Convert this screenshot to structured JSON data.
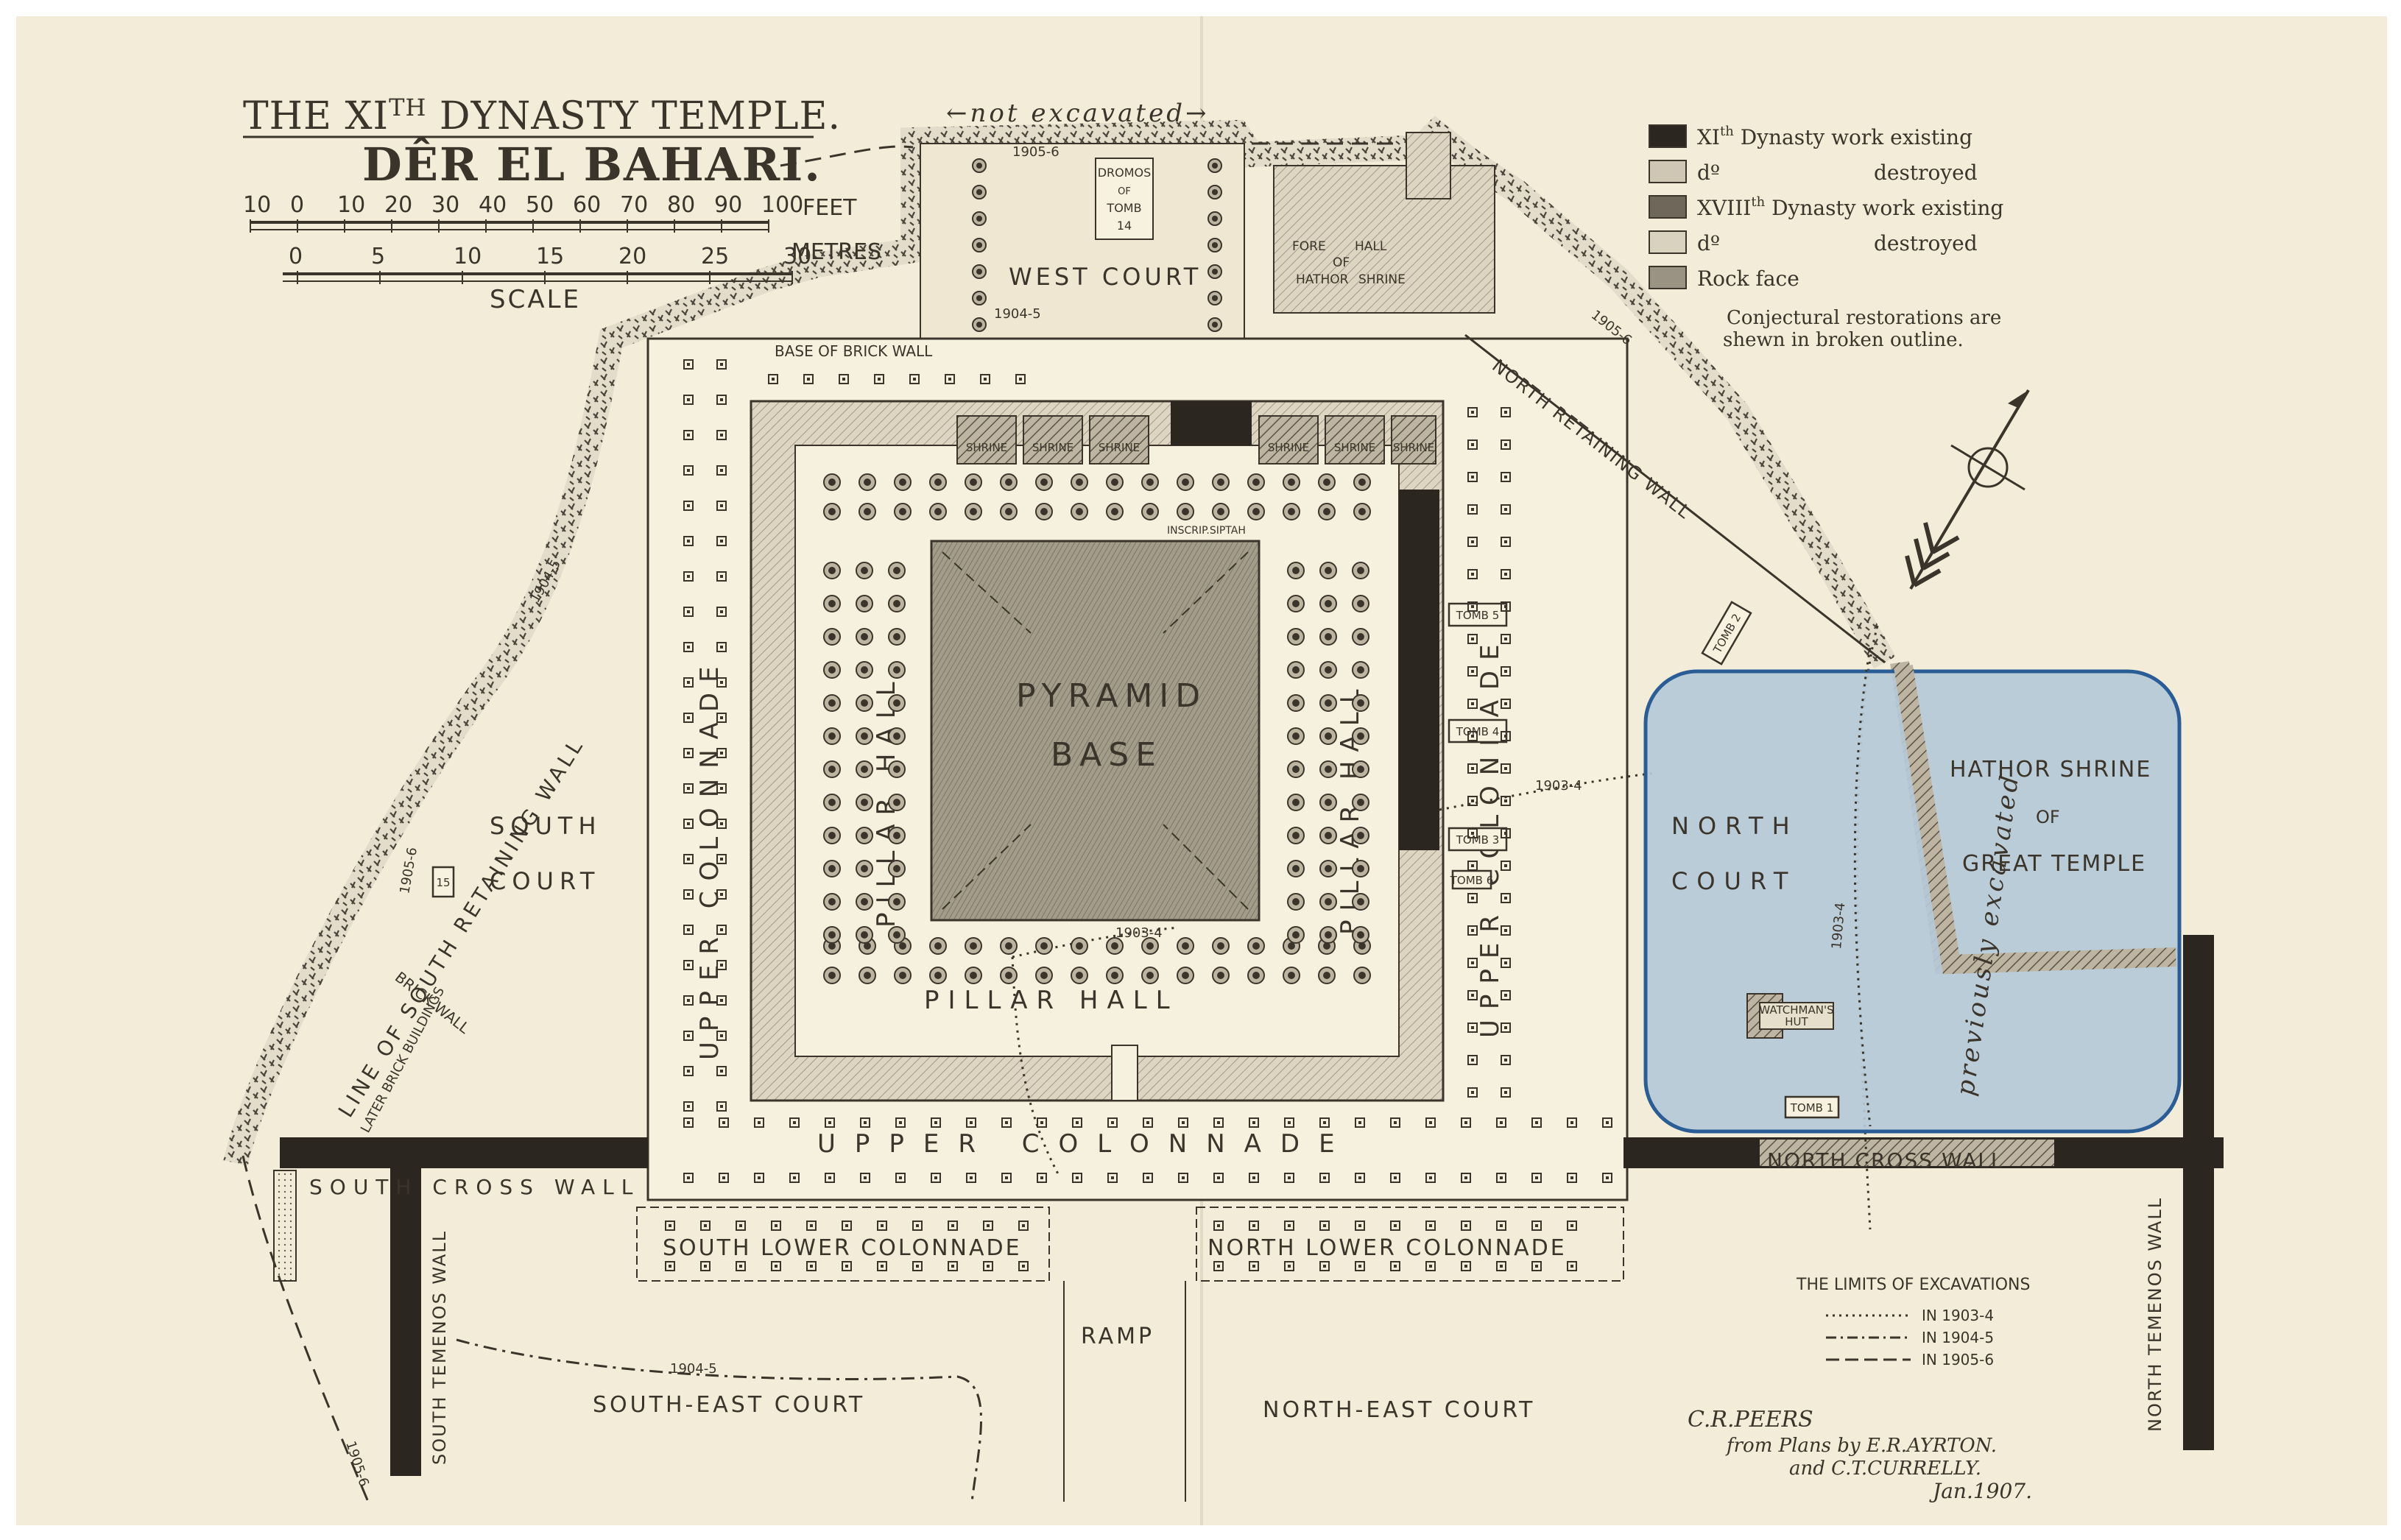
{
  "title": {
    "line1": "THE XI",
    "line1_sup": "TH",
    "line1_rest": " DYNASTY TEMPLE.",
    "line2": "DÊR EL BAHARI."
  },
  "scale": {
    "feet_ticks": [
      "10",
      "0",
      "10",
      "20",
      "30",
      "40",
      "50",
      "60",
      "70",
      "80",
      "90",
      "100"
    ],
    "feet_unit": "FEET",
    "metre_ticks": [
      "0",
      "5",
      "10",
      "15",
      "20",
      "25",
      "30"
    ],
    "metre_unit": "METRES",
    "caption": "SCALE"
  },
  "legend": {
    "items": [
      {
        "label": "XI",
        "sup": "th",
        "rest": " Dynasty work existing",
        "swatch_color": "#2b2620"
      },
      {
        "label": "dº",
        "sup": "",
        "rest": "destroyed",
        "swatch_color": "#cfc7b3"
      },
      {
        "label": "XVIII",
        "sup": "th",
        "rest": " Dynasty work existing",
        "swatch_color": "#6e675a"
      },
      {
        "label": "dº",
        "sup": "",
        "rest": "destroyed",
        "swatch_color": "#d9d2bf"
      },
      {
        "label": "Rock face",
        "sup": "",
        "rest": "",
        "swatch_color": "#9a9383"
      }
    ],
    "note_line1": "Conjectural restorations are",
    "note_line2": "shewn in broken outline."
  },
  "labels": {
    "not_excavated": "←not excavated→",
    "west_court": "WEST COURT",
    "dromos": [
      "DROMOS",
      "OF",
      "TOMB",
      "14"
    ],
    "fore_hall": [
      "FORE",
      "HALL",
      "OF",
      "HATHOR",
      "SHRINE"
    ],
    "base_of_brick_wall": "BASE OF BRICK WALL",
    "north_retaining_wall": "NORTH RETAINING WALL",
    "pyramid_base_1": "PYRAMID",
    "pyramid_base_2": "BASE",
    "inscrip_siptah": "INSCRIP.SIPTAH",
    "pillar_hall_left": "PILLAR HALL",
    "pillar_hall_right": "PILLAR HALL",
    "pillar_hall_bottom": "PILLAR HALL",
    "upper_colonnade_left": "UPPER COLONNADE",
    "upper_colonnade_right": "UPPER COLONNADE",
    "upper_colonnade_bottom": "UPPER COLONNADE",
    "south_court_1": "SOUTH",
    "south_court_2": "COURT",
    "north_court_1": "NORTH",
    "north_court_2": "COURT",
    "hathor_shrine": [
      "HATHOR SHRINE",
      "OF",
      "GREAT TEMPLE"
    ],
    "previously_excavated": "previously excavated",
    "line_of_south_retaining_wall": "LINE OF SOUTH RETAINING WALL",
    "brick_wall": "BRICK WALL",
    "later_brick_buildings": "LATER BRICK BUILDINGS",
    "south_cross_wall": "SOUTH CROSS WALL",
    "north_cross_wall": "NORTH CROSS WALL",
    "south_lower_colonnade": "SOUTH LOWER COLONNADE",
    "north_lower_colonnade": "NORTH LOWER COLONNADE",
    "ramp": "RAMP",
    "south_east_court": "SOUTH-EAST COURT",
    "north_east_court": "NORTH-EAST COURT",
    "south_temenos_wall": "SOUTH TEMENOS WALL",
    "north_temenos_wall": "NORTH TEMENOS WALL",
    "watchmans_hut": [
      "WATCHMAN'S",
      "HUT"
    ],
    "tomb_1": "TOMB 1",
    "tomb_2": "TOMB 2",
    "tomb_3": "TOMB 3",
    "tomb_4": "TOMB 4",
    "tomb_5": "TOMB 5",
    "tomb_6": "TOMB 6",
    "tomb_15": "15",
    "shrine": "SHRINE",
    "year_1903_4": "1903-4",
    "year_1904_5": "1904-5",
    "year_1905_6": "1905-6"
  },
  "excavation_limits": {
    "title": "THE LIMITS OF EXCAVATIONS",
    "rows": [
      "IN 1903-4",
      "IN 1904-5",
      "IN 1905-6"
    ]
  },
  "credits": {
    "line1": "C.R.PEERS",
    "line2": "from Plans by E.R.AYRTON.",
    "line3": "and C.T.CURRELLY.",
    "line4": "Jan.1907."
  },
  "highlight": {
    "stroke_color": "#2a5d96",
    "fill_color": "#b5c9d7"
  },
  "colors": {
    "paper": "#f3ecd9",
    "ink": "#3a342a",
    "wall_dark": "#2b2620",
    "hatch": "#8d8676"
  }
}
